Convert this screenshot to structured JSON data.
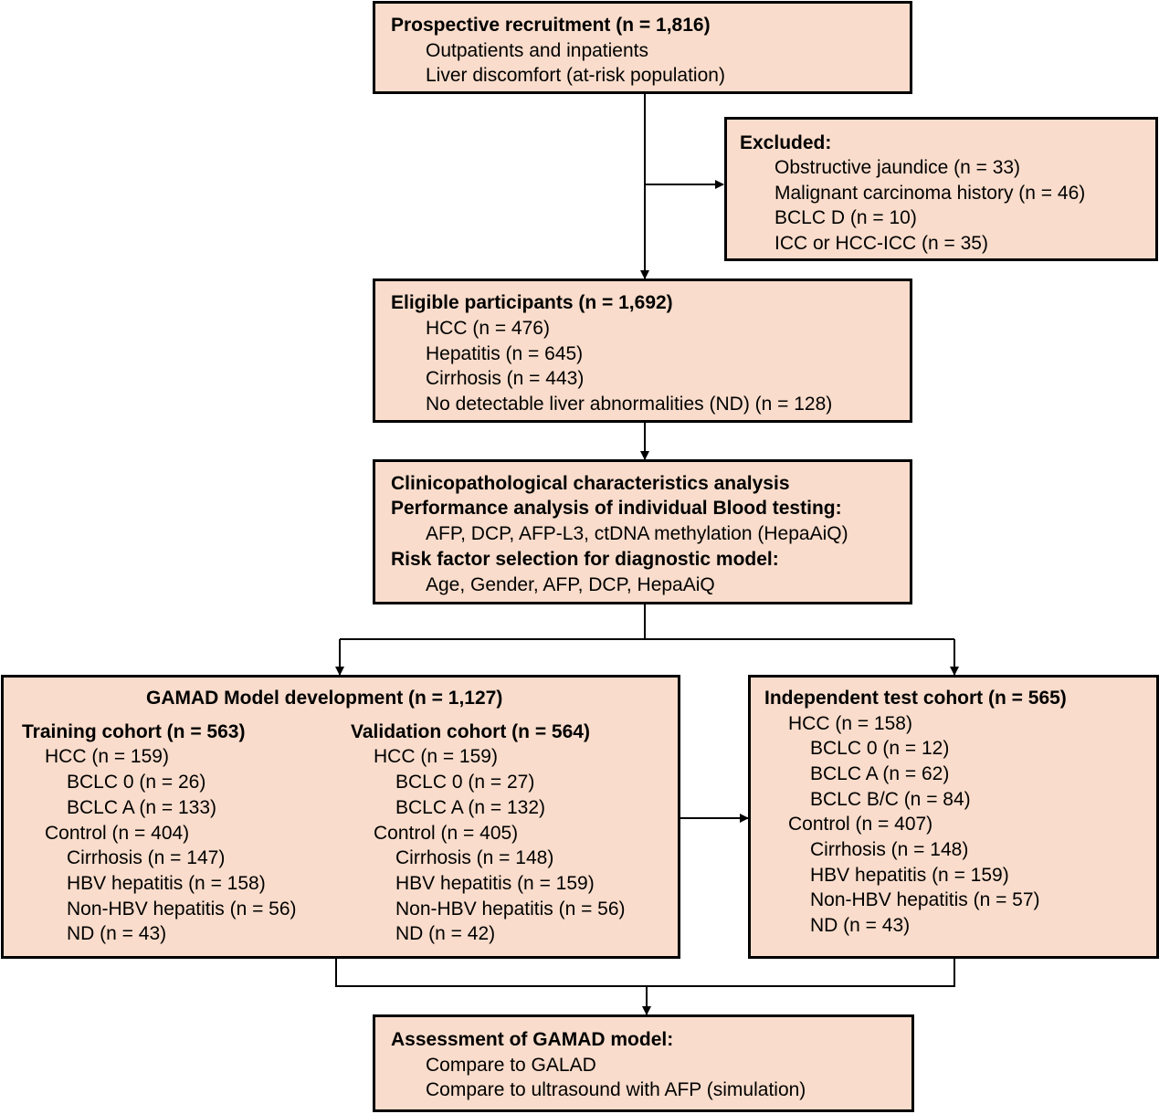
{
  "recruitment": {
    "title": "Prospective recruitment (n = 1,816)",
    "lines": [
      "Outpatients and inpatients",
      "Liver discomfort (at-risk population)"
    ]
  },
  "excluded": {
    "title": "Excluded:",
    "lines": [
      "Obstructive jaundice (n = 33)",
      "Malignant carcinoma history (n = 46)",
      "BCLC D (n = 10)",
      "ICC or HCC-ICC  (n = 35)"
    ]
  },
  "eligible": {
    "title": "Eligible participants (n = 1,692)",
    "lines": [
      "HCC  (n = 476)",
      "Hepatitis  (n = 645)",
      "Cirrhosis  (n = 443)",
      "No detectable liver abnormalities (ND)  (n = 128)"
    ]
  },
  "analysis": {
    "heading1": "Clinicopathological characteristics analysis",
    "heading2": "Performance analysis of individual Blood testing:",
    "line2": "AFP, DCP, AFP-L3, ctDNA methylation (HepaAiQ)",
    "heading3": "Risk factor selection for diagnostic model:",
    "line3": "Age, Gender, AFP, DCP, HepaAiQ"
  },
  "development": {
    "title": "GAMAD Model development (n = 1,127)",
    "training": {
      "title": "Training cohort (n = 563)",
      "lines": [
        "HCC  (n = 159)",
        "BCLC 0 (n = 26)",
        "BCLC A (n = 133)",
        "Control  (n = 404)",
        "Cirrhosis  (n = 147)",
        "HBV hepatitis (n = 158)",
        "Non-HBV hepatitis (n = 56)",
        "ND  (n = 43)"
      ]
    },
    "validation": {
      "title": "Validation cohort (n = 564)",
      "lines": [
        "HCC  (n = 159)",
        "BCLC 0  (n = 27)",
        "BCLC A  (n = 132)",
        "Control  (n = 405)",
        "Cirrhosis  (n = 148)",
        "HBV hepatitis  (n = 159)",
        "Non-HBV hepatitis  (n = 56)",
        "ND  (n = 42)"
      ]
    }
  },
  "test": {
    "title": "Independent test cohort (n = 565)",
    "lines": [
      "HCC  (n = 158)",
      "BCLC 0  (n = 12)",
      "BCLC A  (n = 62)",
      "BCLC B/C  (n = 84)",
      "Control  (n = 407)",
      "Cirrhosis  (n = 148)",
      "HBV hepatitis  (n = 159)",
      "Non-HBV hepatitis  (n = 57)",
      "ND  (n = 43)"
    ]
  },
  "assessment": {
    "title": "Assessment  of GAMAD model:",
    "lines": [
      "Compare to GALAD",
      "Compare to ultrasound with AFP (simulation)"
    ]
  }
}
